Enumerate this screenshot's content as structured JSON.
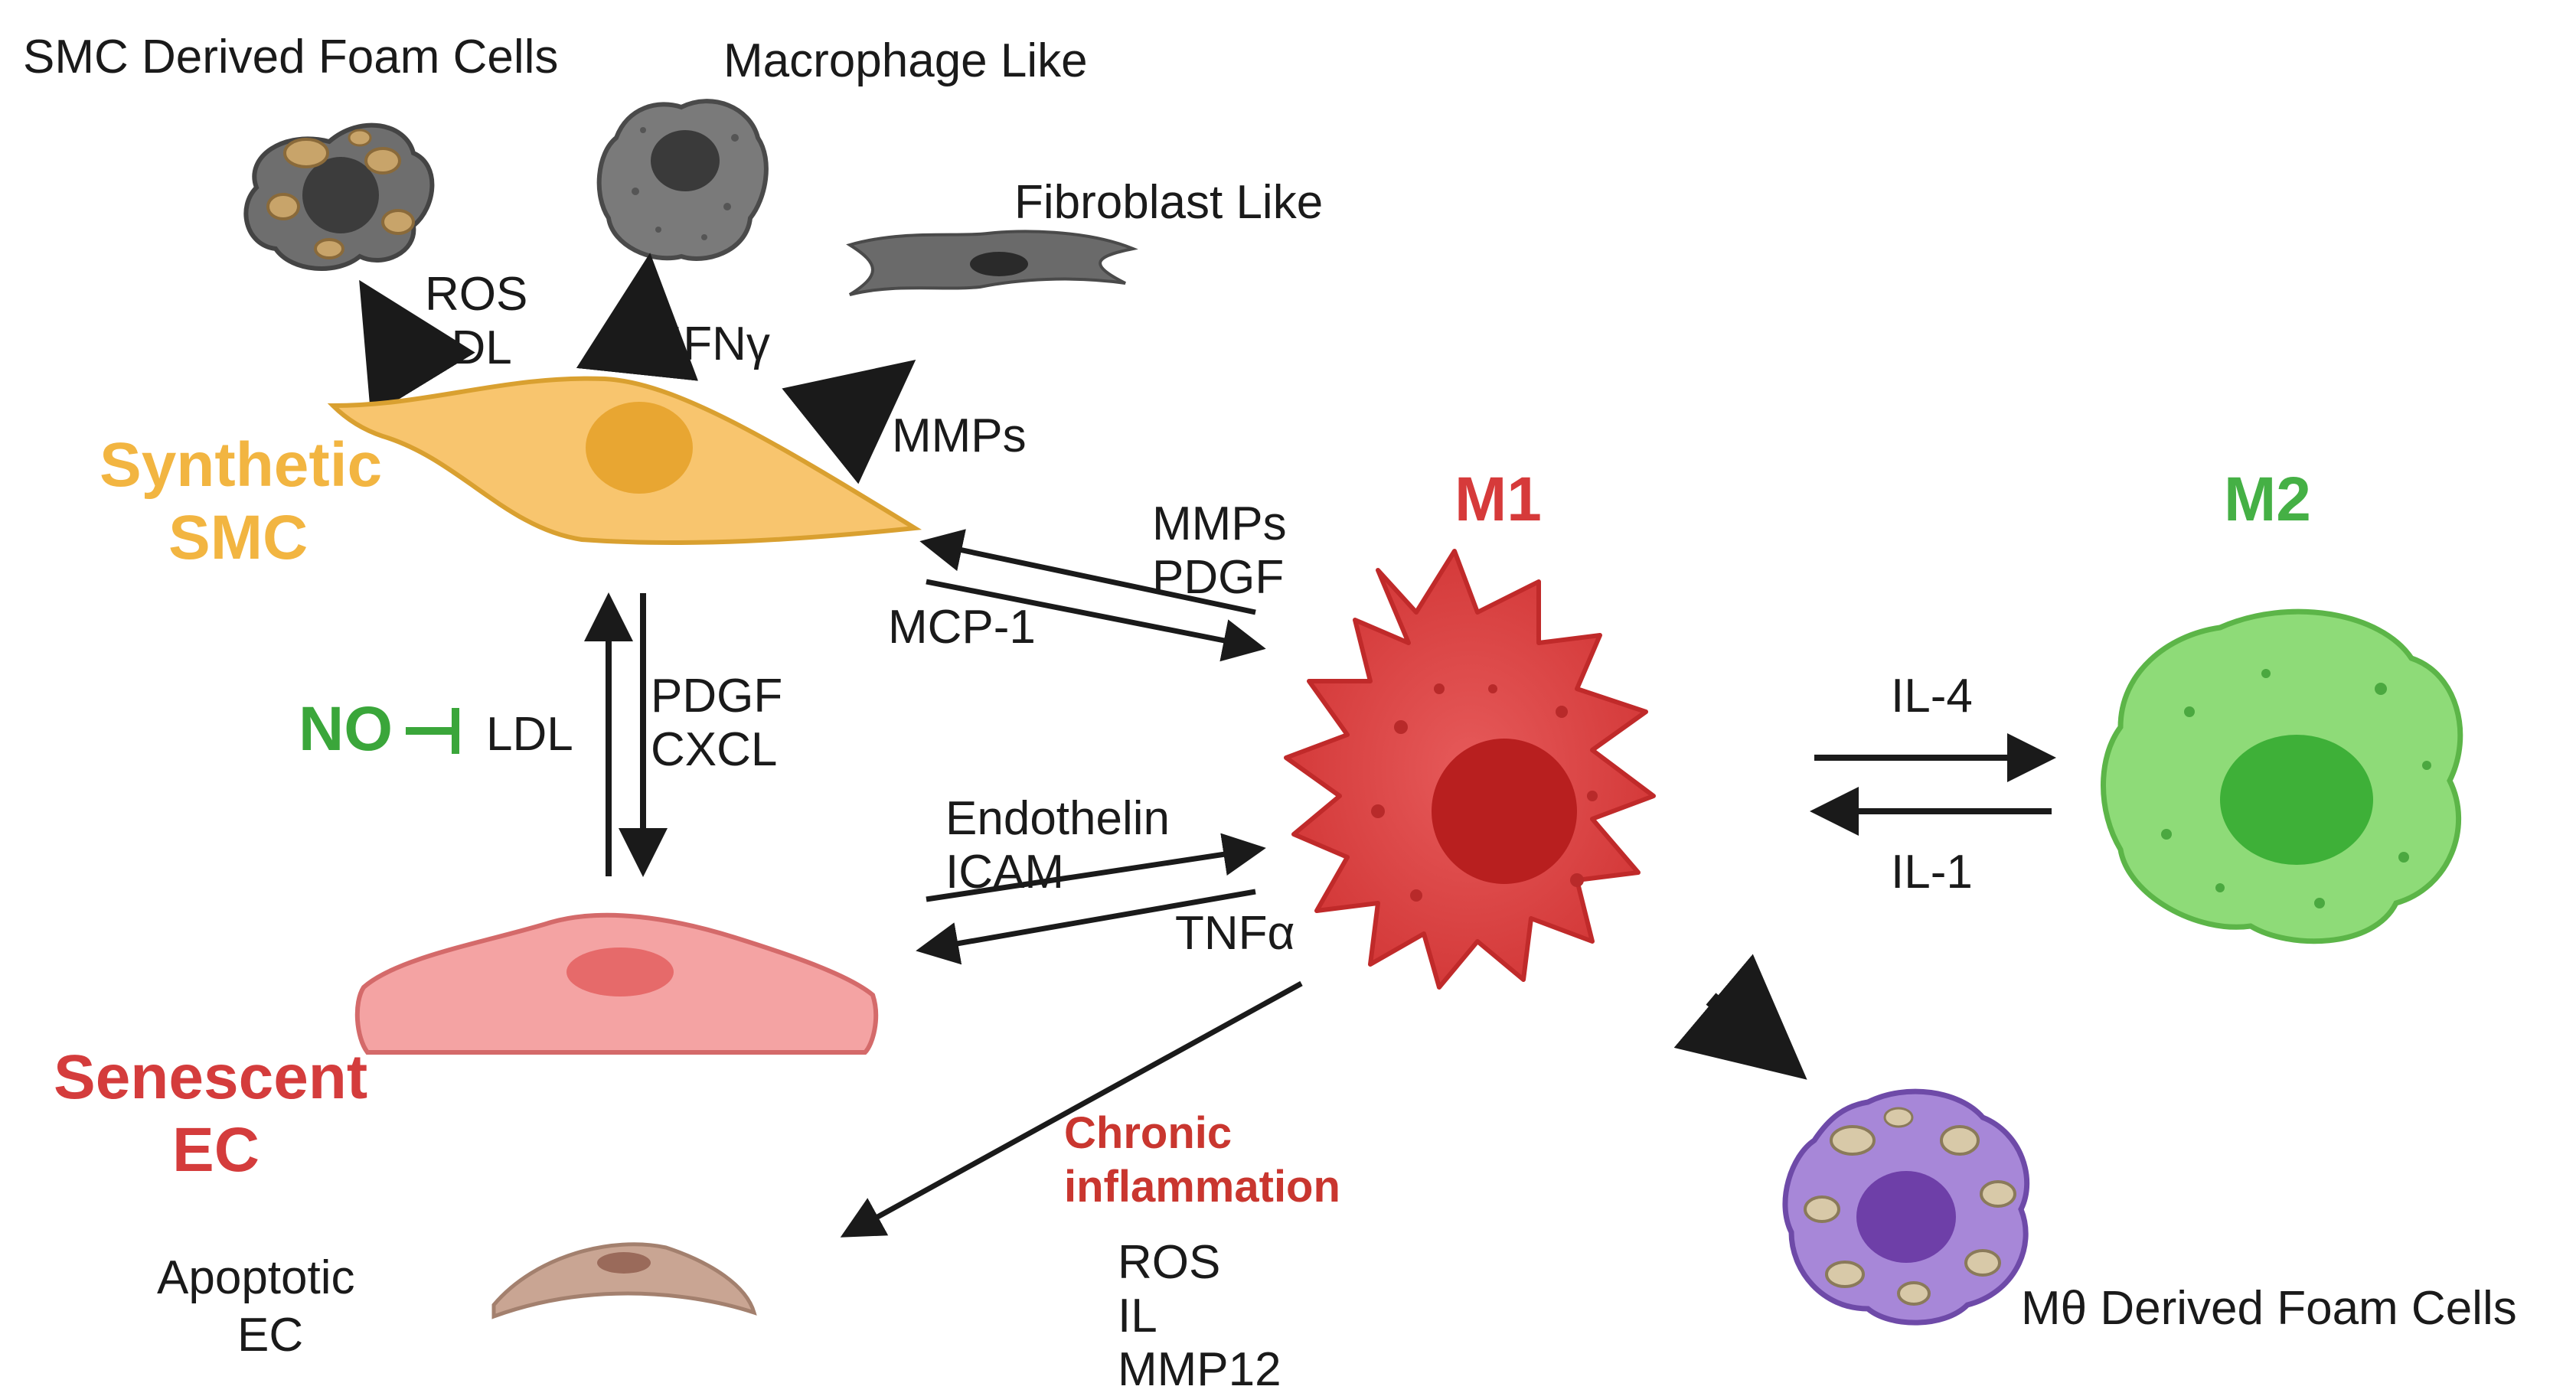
{
  "colors": {
    "synthetic_smc": "#f2b541",
    "senescent_ec": "#d43c3c",
    "no": "#3aa63a",
    "m1": "#d63a3a",
    "m2": "#45b045",
    "chronic": "#c9362f",
    "arrow": "#1a1a1a"
  },
  "cells": {
    "smc_foam": "SMC Derived Foam Cells",
    "macrophage_like": "Macrophage Like",
    "fibroblast_like": "Fibroblast Like",
    "synthetic_smc_line1": "Synthetic",
    "synthetic_smc_line2": "SMC",
    "senescent_ec_line1": "Senescent",
    "senescent_ec_line2": "EC",
    "apoptotic_ec_line1": "Apoptotic",
    "apoptotic_ec_line2": "EC",
    "m1": "M1",
    "m2": "M2",
    "macro_foam": "Mθ Derived Foam Cells"
  },
  "signals": {
    "ros": "ROS",
    "ldl_top": "LDL",
    "ifng": "IFNγ",
    "mmps_fib": "MMPs",
    "mmps_m1": "MMPs",
    "pdgf_m1": "PDGF",
    "mcp1": "MCP-1",
    "no": "NO",
    "ldl_mid": "LDL",
    "pdgf_ec": "PDGF",
    "cxcl": "CXCL",
    "endothelin": "Endothelin",
    "icam": "ICAM",
    "tnfa": "TNFα",
    "il4": "IL-4",
    "il1": "IL-1",
    "chronic1": "Chronic",
    "chronic2": "inflammation",
    "ros2": "ROS",
    "il": "IL",
    "mmp12": "MMP12"
  }
}
